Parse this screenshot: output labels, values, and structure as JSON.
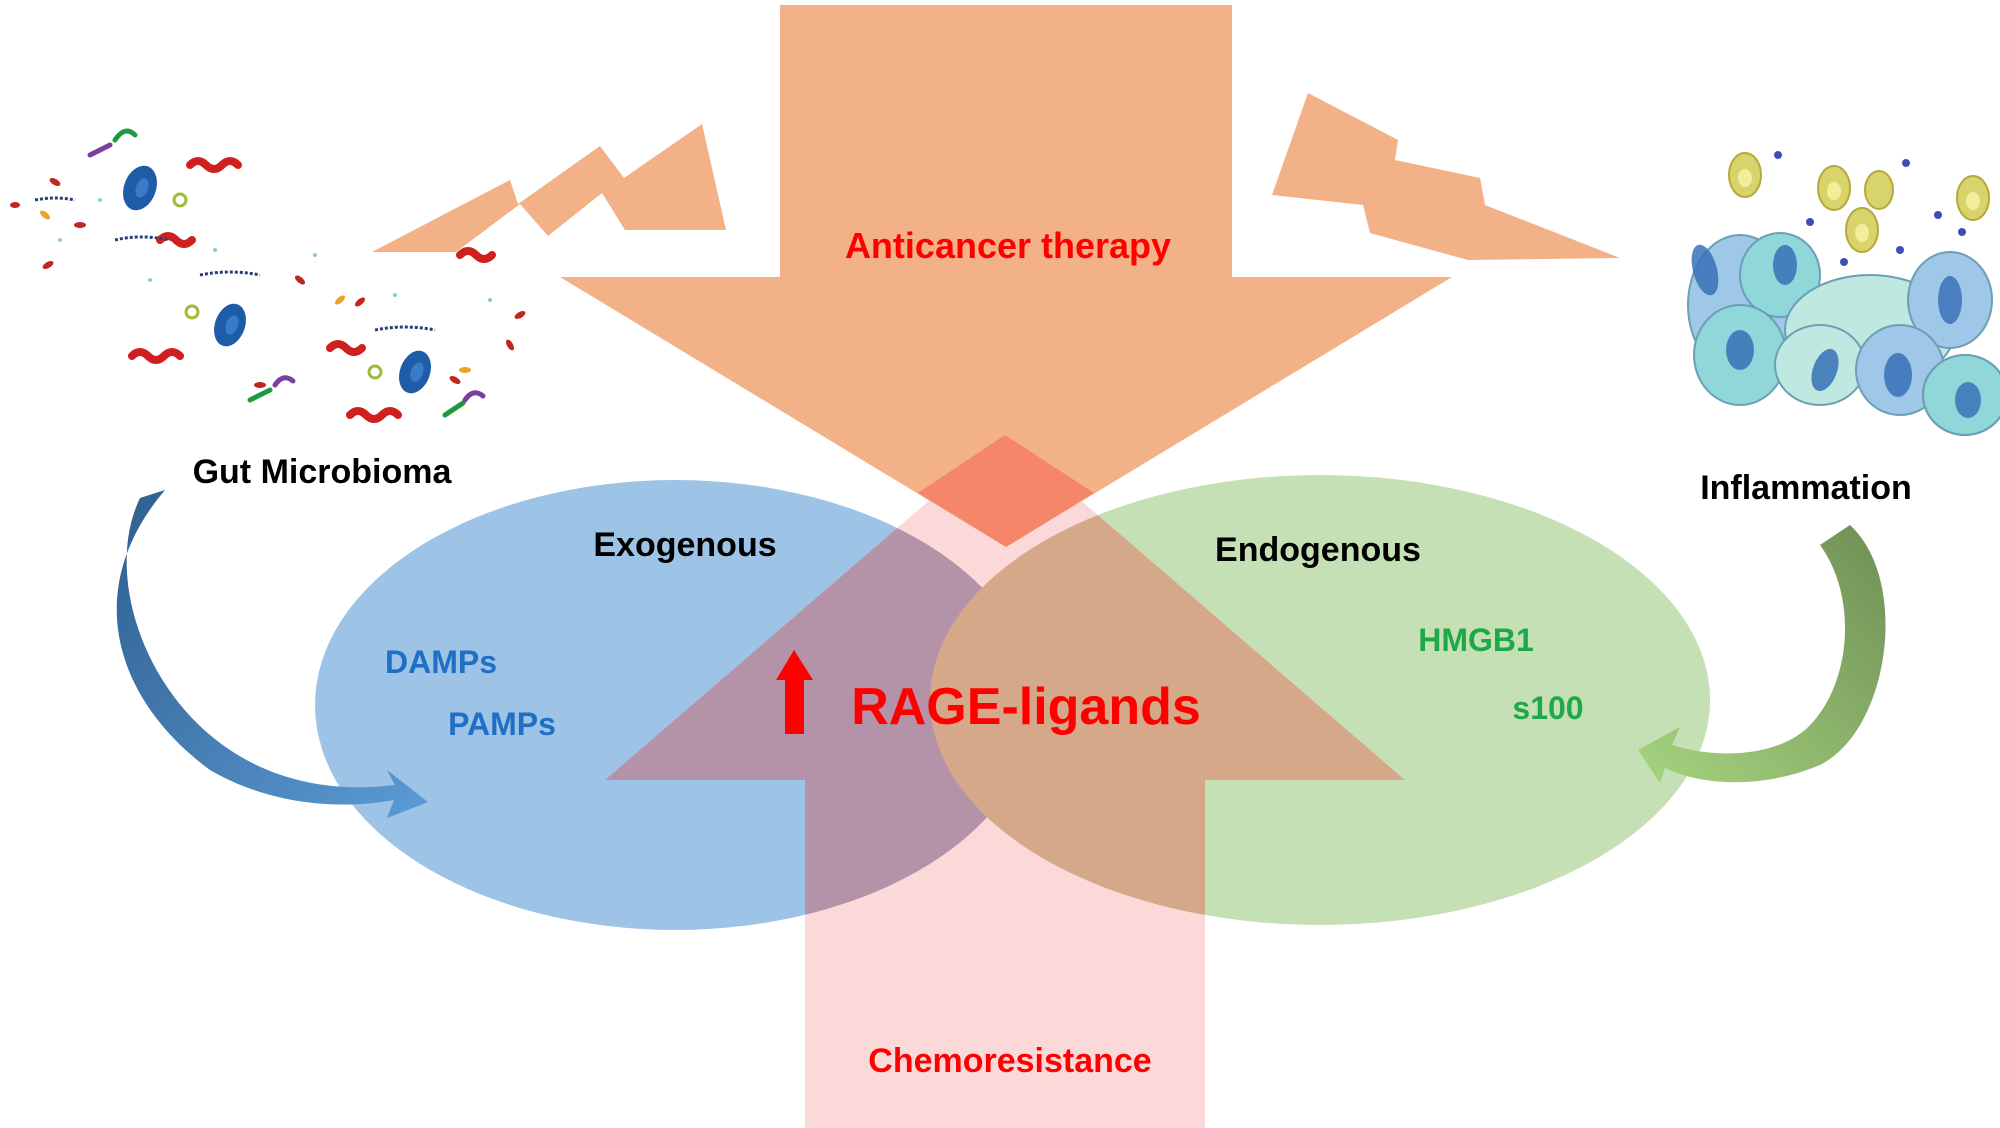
{
  "labels": {
    "anticancer": "Anticancer therapy",
    "gut": "Gut Microbioma",
    "inflammation": "Inflammation",
    "exogenous": "Exogenous",
    "endogenous": "Endogenous",
    "damps": "DAMPs",
    "pamps": "PAMPs",
    "hmgb1": "HMGB1",
    "s100": "s100",
    "rage": "RAGE-ligands",
    "chemo": "Chemoresistance"
  },
  "colors": {
    "therapy_arrow": "#f2b186",
    "therapy_tip": "#f5866a",
    "exogenous_ellipse": "#9dc3e6",
    "endogenous_ellipse": "#c5e0b4",
    "chemo_arrow": "#fbd9d9",
    "overlap_purple": "#b493a9",
    "overlap_brown": "#d5a88a",
    "red_text": "#ff0000",
    "blue_text": "#1f6fc5",
    "green_text": "#1ea84a",
    "black_text": "#000000",
    "blue_curve": "#5b9bd5",
    "green_curve": "#8fbc6c"
  }
}
